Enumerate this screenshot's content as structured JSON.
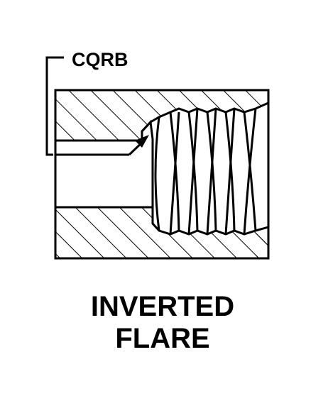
{
  "callout": {
    "code": "CQRB"
  },
  "caption": {
    "line1": "INVERTED",
    "line2": "FLARE"
  },
  "colors": {
    "stroke": "#000000",
    "background": "#ffffff"
  }
}
